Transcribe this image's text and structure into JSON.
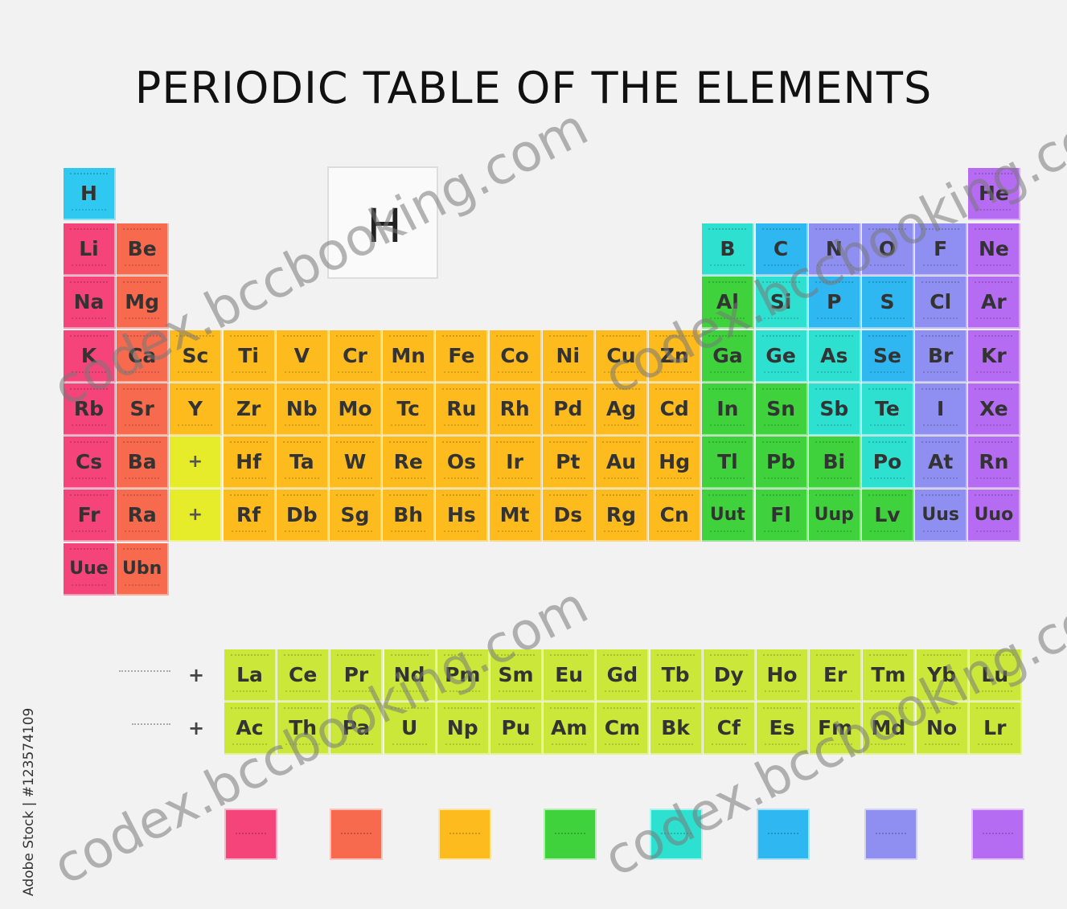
{
  "title": "PERIODIC TABLE OF THE ELEMENTS",
  "key": {
    "symbol": "H"
  },
  "elements": [
    {
      "s": "H",
      "r": 1,
      "c": 1,
      "cat": "cyan"
    },
    {
      "s": "He",
      "r": 1,
      "c": 18,
      "cat": "violet"
    },
    {
      "s": "Li",
      "r": 2,
      "c": 1,
      "cat": "pink"
    },
    {
      "s": "Be",
      "r": 2,
      "c": 2,
      "cat": "salmon"
    },
    {
      "s": "B",
      "r": 2,
      "c": 13,
      "cat": "teal"
    },
    {
      "s": "C",
      "r": 2,
      "c": 14,
      "cat": "blue"
    },
    {
      "s": "N",
      "r": 2,
      "c": 15,
      "cat": "lavender"
    },
    {
      "s": "O",
      "r": 2,
      "c": 16,
      "cat": "lavender"
    },
    {
      "s": "F",
      "r": 2,
      "c": 17,
      "cat": "lavender"
    },
    {
      "s": "Ne",
      "r": 2,
      "c": 18,
      "cat": "violet"
    },
    {
      "s": "Na",
      "r": 3,
      "c": 1,
      "cat": "pink"
    },
    {
      "s": "Mg",
      "r": 3,
      "c": 2,
      "cat": "salmon"
    },
    {
      "s": "Al",
      "r": 3,
      "c": 13,
      "cat": "green"
    },
    {
      "s": "Si",
      "r": 3,
      "c": 14,
      "cat": "teal"
    },
    {
      "s": "P",
      "r": 3,
      "c": 15,
      "cat": "blue"
    },
    {
      "s": "S",
      "r": 3,
      "c": 16,
      "cat": "blue"
    },
    {
      "s": "Cl",
      "r": 3,
      "c": 17,
      "cat": "lavender"
    },
    {
      "s": "Ar",
      "r": 3,
      "c": 18,
      "cat": "violet"
    },
    {
      "s": "K",
      "r": 4,
      "c": 1,
      "cat": "pink"
    },
    {
      "s": "Ca",
      "r": 4,
      "c": 2,
      "cat": "salmon"
    },
    {
      "s": "Sc",
      "r": 4,
      "c": 3,
      "cat": "yellow"
    },
    {
      "s": "Ti",
      "r": 4,
      "c": 4,
      "cat": "yellow"
    },
    {
      "s": "V",
      "r": 4,
      "c": 5,
      "cat": "yellow"
    },
    {
      "s": "Cr",
      "r": 4,
      "c": 6,
      "cat": "yellow"
    },
    {
      "s": "Mn",
      "r": 4,
      "c": 7,
      "cat": "yellow"
    },
    {
      "s": "Fe",
      "r": 4,
      "c": 8,
      "cat": "yellow"
    },
    {
      "s": "Co",
      "r": 4,
      "c": 9,
      "cat": "yellow"
    },
    {
      "s": "Ni",
      "r": 4,
      "c": 10,
      "cat": "yellow"
    },
    {
      "s": "Cu",
      "r": 4,
      "c": 11,
      "cat": "yellow"
    },
    {
      "s": "Zn",
      "r": 4,
      "c": 12,
      "cat": "yellow"
    },
    {
      "s": "Ga",
      "r": 4,
      "c": 13,
      "cat": "green"
    },
    {
      "s": "Ge",
      "r": 4,
      "c": 14,
      "cat": "teal"
    },
    {
      "s": "As",
      "r": 4,
      "c": 15,
      "cat": "teal"
    },
    {
      "s": "Se",
      "r": 4,
      "c": 16,
      "cat": "blue"
    },
    {
      "s": "Br",
      "r": 4,
      "c": 17,
      "cat": "lavender"
    },
    {
      "s": "Kr",
      "r": 4,
      "c": 18,
      "cat": "violet"
    },
    {
      "s": "Rb",
      "r": 5,
      "c": 1,
      "cat": "pink"
    },
    {
      "s": "Sr",
      "r": 5,
      "c": 2,
      "cat": "salmon"
    },
    {
      "s": "Y",
      "r": 5,
      "c": 3,
      "cat": "yellow"
    },
    {
      "s": "Zr",
      "r": 5,
      "c": 4,
      "cat": "yellow"
    },
    {
      "s": "Nb",
      "r": 5,
      "c": 5,
      "cat": "yellow"
    },
    {
      "s": "Mo",
      "r": 5,
      "c": 6,
      "cat": "yellow"
    },
    {
      "s": "Tc",
      "r": 5,
      "c": 7,
      "cat": "yellow"
    },
    {
      "s": "Ru",
      "r": 5,
      "c": 8,
      "cat": "yellow"
    },
    {
      "s": "Rh",
      "r": 5,
      "c": 9,
      "cat": "yellow"
    },
    {
      "s": "Pd",
      "r": 5,
      "c": 10,
      "cat": "yellow"
    },
    {
      "s": "Ag",
      "r": 5,
      "c": 11,
      "cat": "yellow"
    },
    {
      "s": "Cd",
      "r": 5,
      "c": 12,
      "cat": "yellow"
    },
    {
      "s": "In",
      "r": 5,
      "c": 13,
      "cat": "green"
    },
    {
      "s": "Sn",
      "r": 5,
      "c": 14,
      "cat": "green"
    },
    {
      "s": "Sb",
      "r": 5,
      "c": 15,
      "cat": "teal"
    },
    {
      "s": "Te",
      "r": 5,
      "c": 16,
      "cat": "teal"
    },
    {
      "s": "I",
      "r": 5,
      "c": 17,
      "cat": "lavender"
    },
    {
      "s": "Xe",
      "r": 5,
      "c": 18,
      "cat": "violet"
    },
    {
      "s": "Cs",
      "r": 6,
      "c": 1,
      "cat": "pink"
    },
    {
      "s": "Ba",
      "r": 6,
      "c": 2,
      "cat": "salmon"
    },
    {
      "s": "+",
      "r": 6,
      "c": 3,
      "cat": "lime",
      "marker": true
    },
    {
      "s": "Hf",
      "r": 6,
      "c": 4,
      "cat": "yellow"
    },
    {
      "s": "Ta",
      "r": 6,
      "c": 5,
      "cat": "yellow"
    },
    {
      "s": "W",
      "r": 6,
      "c": 6,
      "cat": "yellow"
    },
    {
      "s": "Re",
      "r": 6,
      "c": 7,
      "cat": "yellow"
    },
    {
      "s": "Os",
      "r": 6,
      "c": 8,
      "cat": "yellow"
    },
    {
      "s": "Ir",
      "r": 6,
      "c": 9,
      "cat": "yellow"
    },
    {
      "s": "Pt",
      "r": 6,
      "c": 10,
      "cat": "yellow"
    },
    {
      "s": "Au",
      "r": 6,
      "c": 11,
      "cat": "yellow"
    },
    {
      "s": "Hg",
      "r": 6,
      "c": 12,
      "cat": "yellow"
    },
    {
      "s": "Tl",
      "r": 6,
      "c": 13,
      "cat": "green"
    },
    {
      "s": "Pb",
      "r": 6,
      "c": 14,
      "cat": "green"
    },
    {
      "s": "Bi",
      "r": 6,
      "c": 15,
      "cat": "green"
    },
    {
      "s": "Po",
      "r": 6,
      "c": 16,
      "cat": "teal"
    },
    {
      "s": "At",
      "r": 6,
      "c": 17,
      "cat": "lavender"
    },
    {
      "s": "Rn",
      "r": 6,
      "c": 18,
      "cat": "violet"
    },
    {
      "s": "Fr",
      "r": 7,
      "c": 1,
      "cat": "pink"
    },
    {
      "s": "Ra",
      "r": 7,
      "c": 2,
      "cat": "salmon"
    },
    {
      "s": "+",
      "r": 7,
      "c": 3,
      "cat": "lime",
      "marker": true
    },
    {
      "s": "Rf",
      "r": 7,
      "c": 4,
      "cat": "yellow"
    },
    {
      "s": "Db",
      "r": 7,
      "c": 5,
      "cat": "yellow"
    },
    {
      "s": "Sg",
      "r": 7,
      "c": 6,
      "cat": "yellow"
    },
    {
      "s": "Bh",
      "r": 7,
      "c": 7,
      "cat": "yellow"
    },
    {
      "s": "Hs",
      "r": 7,
      "c": 8,
      "cat": "yellow"
    },
    {
      "s": "Mt",
      "r": 7,
      "c": 9,
      "cat": "yellow"
    },
    {
      "s": "Ds",
      "r": 7,
      "c": 10,
      "cat": "yellow"
    },
    {
      "s": "Rg",
      "r": 7,
      "c": 11,
      "cat": "yellow"
    },
    {
      "s": "Cn",
      "r": 7,
      "c": 12,
      "cat": "yellow"
    },
    {
      "s": "Uut",
      "r": 7,
      "c": 13,
      "cat": "green"
    },
    {
      "s": "Fl",
      "r": 7,
      "c": 14,
      "cat": "green"
    },
    {
      "s": "Uup",
      "r": 7,
      "c": 15,
      "cat": "green"
    },
    {
      "s": "Lv",
      "r": 7,
      "c": 16,
      "cat": "green"
    },
    {
      "s": "Uus",
      "r": 7,
      "c": 17,
      "cat": "lavender"
    },
    {
      "s": "Uuo",
      "r": 7,
      "c": 18,
      "cat": "violet"
    },
    {
      "s": "Uue",
      "r": 8,
      "c": 1,
      "cat": "pink"
    },
    {
      "s": "Ubn",
      "r": 8,
      "c": 2,
      "cat": "salmon"
    }
  ],
  "f_block": {
    "lanthanides": [
      "La",
      "Ce",
      "Pr",
      "Nd",
      "Pm",
      "Sm",
      "Eu",
      "Gd",
      "Tb",
      "Dy",
      "Ho",
      "Er",
      "Tm",
      "Yb",
      "Lu"
    ],
    "actinides": [
      "Ac",
      "Th",
      "Pa",
      "U",
      "Np",
      "Pu",
      "Am",
      "Cm",
      "Bk",
      "Cf",
      "Es",
      "Fm",
      "Md",
      "No",
      "Lr"
    ],
    "marker": "+"
  },
  "legend": [
    {
      "cat": "pink"
    },
    {
      "cat": "salmon"
    },
    {
      "cat": "yellow"
    },
    {
      "cat": "green"
    },
    {
      "cat": "teal"
    },
    {
      "cat": "blue"
    },
    {
      "cat": "lavender"
    },
    {
      "cat": "violet"
    }
  ],
  "colors": {
    "cyan": "#2ec8f0",
    "pink": "#f4447a",
    "salmon": "#f76a4e",
    "yellow": "#fdbb1e",
    "lime": "#e6ec2a",
    "green": "#3fd23c",
    "teal": "#2ee0cf",
    "blue": "#2fb7f2",
    "lavender": "#8e8ff0",
    "violet": "#b66cf2",
    "fblock": "#cbe83a"
  },
  "watermarks": [
    "codex.bccbooking.com",
    "codex.bccbooking.com",
    "codex.bccbooking.com",
    "codex.bccbooking.com"
  ],
  "stock_credit": "Adobe Stock | #123574109"
}
